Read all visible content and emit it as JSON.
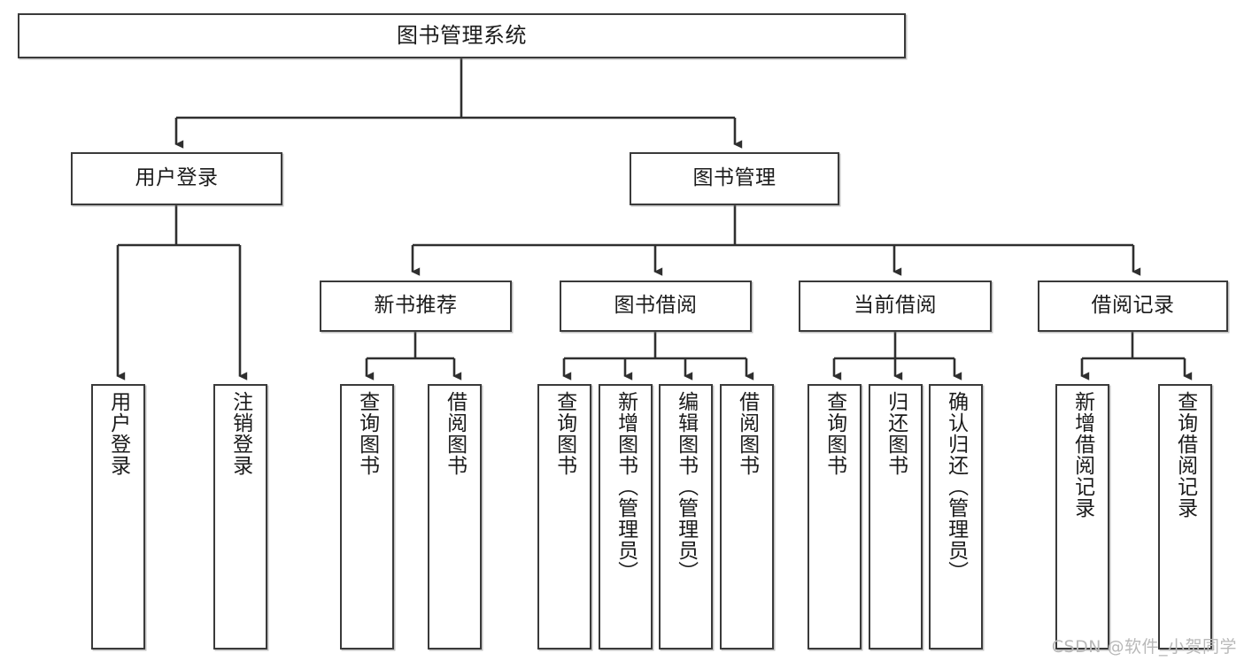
{
  "diagram": {
    "title": "图书管理系统",
    "type": "tree-hierarchy",
    "root": {
      "label": "图书管理系统"
    },
    "level2": [
      {
        "label": "用户登录"
      },
      {
        "label": "图书管理"
      }
    ],
    "level3": [
      {
        "label": "新书推荐"
      },
      {
        "label": "图书借阅"
      },
      {
        "label": "当前借阅"
      },
      {
        "label": "借阅记录"
      }
    ],
    "leaves": [
      {
        "label": "用户登录"
      },
      {
        "label": "注销登录"
      },
      {
        "label": "查询图书"
      },
      {
        "label": "借阅图书"
      },
      {
        "label": "查询图书"
      },
      {
        "label": "新增图书（管理员）"
      },
      {
        "label": "编辑图书（管理员）"
      },
      {
        "label": "借阅图书"
      },
      {
        "label": "查询图书"
      },
      {
        "label": "归还图书"
      },
      {
        "label": "确认归还（管理员）"
      },
      {
        "label": "新增借阅记录"
      },
      {
        "label": "查询借阅记录"
      }
    ],
    "watermark": "CSDN @软件_小贺同学",
    "colors": {
      "stroke": "#3a3a3a",
      "fill": "#ffffff",
      "text": "#1b1b1b",
      "watermark": "#b9b9b9"
    }
  }
}
